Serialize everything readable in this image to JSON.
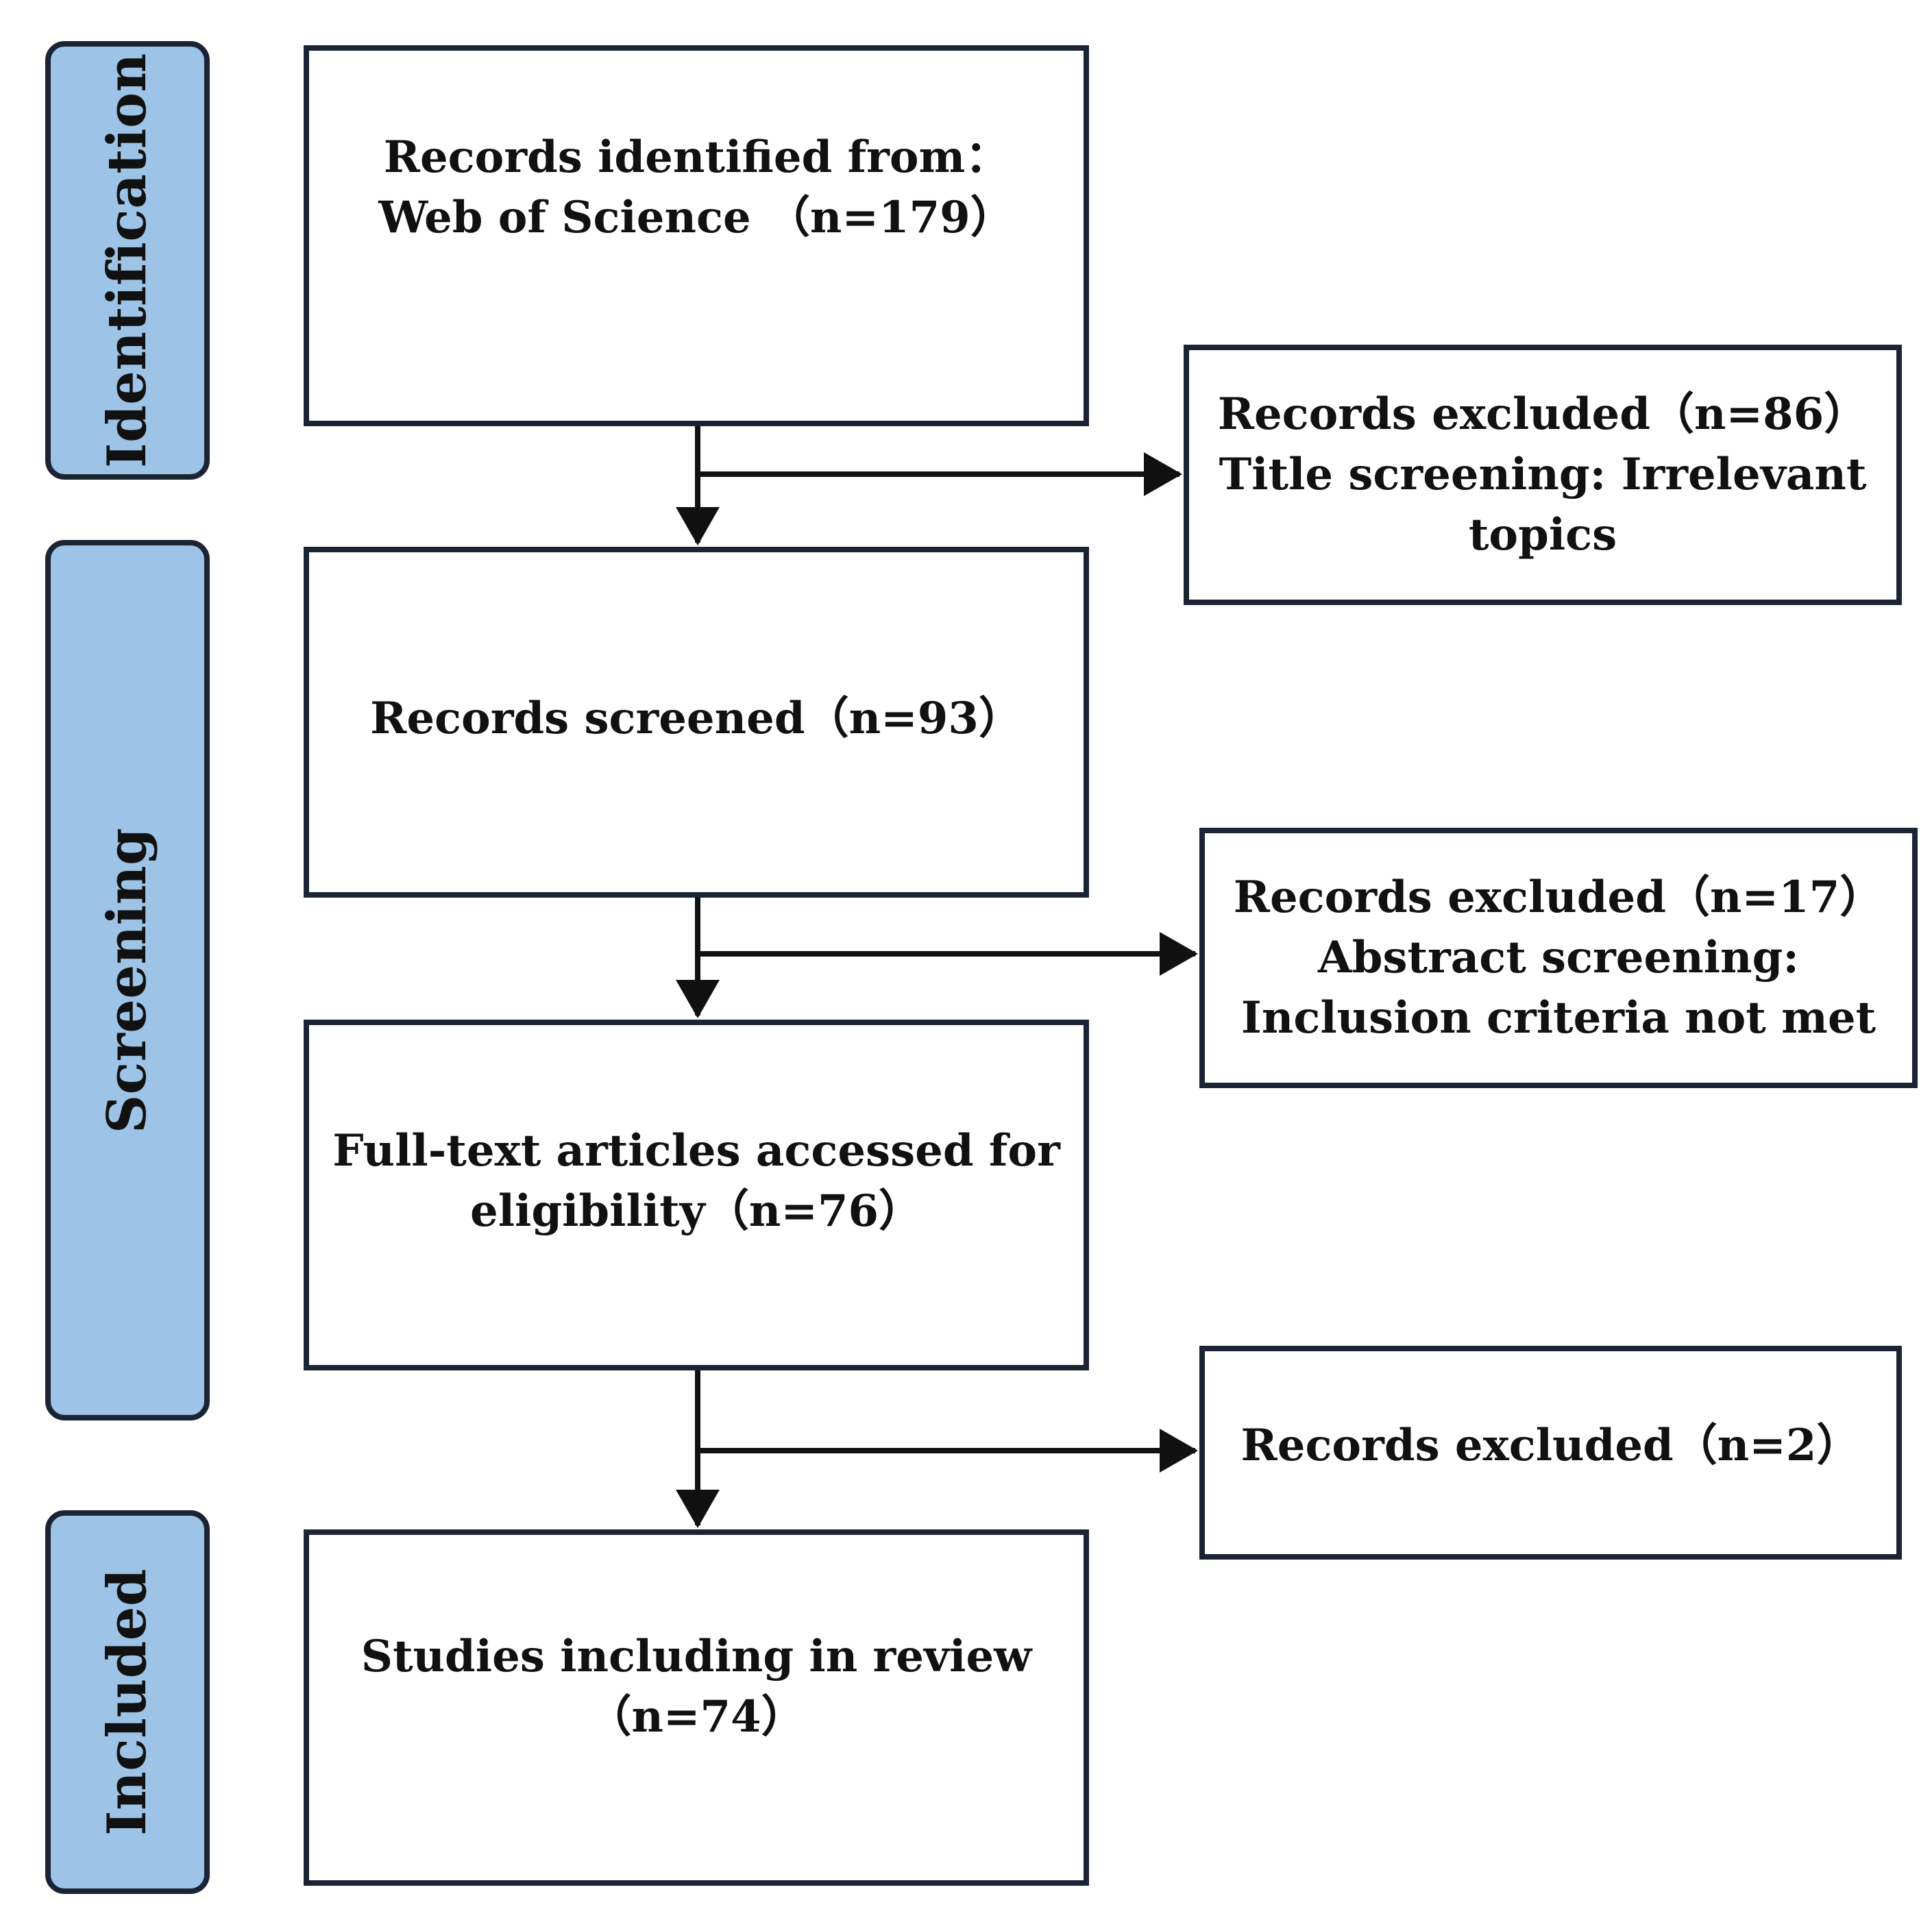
{
  "phases": [
    {
      "label": "Identification"
    },
    {
      "label": "Screening"
    },
    {
      "label": "Included"
    }
  ],
  "main_boxes": [
    {
      "lines": [
        "Records identified from：",
        "Web of Science （n=179）"
      ]
    },
    {
      "lines": [
        "Records screened（n=93）"
      ]
    },
    {
      "lines": [
        "Full-text articles accessed for",
        "eligibility（n=76）"
      ]
    },
    {
      "lines": [
        "Studies including in review",
        "（n=74）"
      ]
    }
  ],
  "exclusion_boxes": [
    {
      "lines": [
        "Records excluded（n=86）",
        "Title screening: Irrelevant",
        "topics"
      ]
    },
    {
      "lines": [
        "Records excluded（n=17）",
        "Abstract screening:",
        "Inclusion criteria not met"
      ]
    },
    {
      "lines": [
        "Records excluded（n=2）"
      ]
    }
  ],
  "colors": {
    "phase_fill": "#9dc3e6",
    "stroke": "#1b2433",
    "box_fill": "#ffffff",
    "text": "#111111"
  }
}
